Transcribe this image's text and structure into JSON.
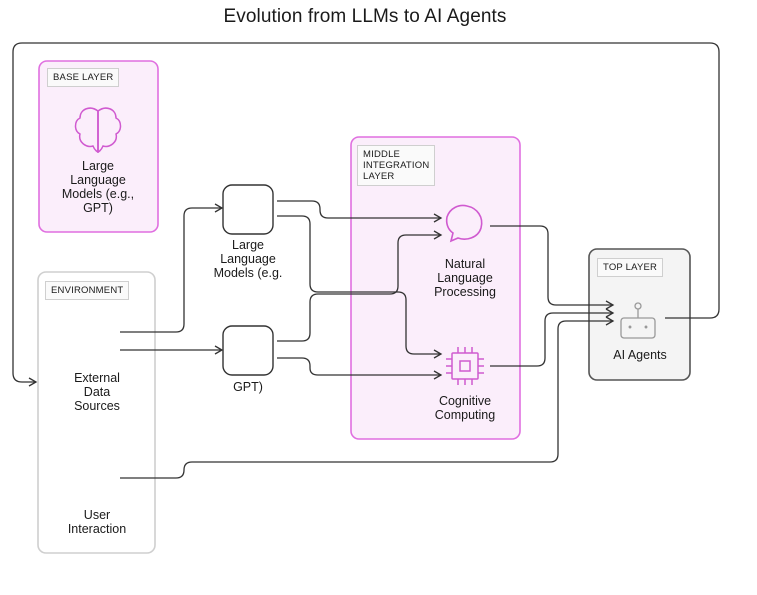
{
  "title": "Evolution from LLMs to AI Agents",
  "groups": {
    "base": {
      "label": "BASE LAYER"
    },
    "environment": {
      "label": "ENVIRONMENT"
    },
    "middle": {
      "label": "MIDDLE\nINTEGRATION\nLAYER"
    },
    "top": {
      "label": "TOP LAYER"
    }
  },
  "nodes": {
    "base_llm": "Large Language Models (e.g., GPT)",
    "external_data": "External Data Sources",
    "user_interaction": "User Interaction",
    "llm_node_label": "Large Language Models (e.g.",
    "gpt_node_label": "GPT)",
    "nlp": "Natural Language Processing",
    "cognitive": "Cognitive Computing",
    "ai_agents": "AI Agents"
  },
  "icons": {
    "base_llm": "brain-icon",
    "nlp": "speech-bubble-icon",
    "cognitive": "chip-icon",
    "ai_agents": "robot-icon"
  },
  "colors": {
    "layer_border": "#e06fe0",
    "layer_fill": "#fbeefb",
    "neutral_border": "#cfcfcf",
    "top_border": "#555555",
    "line": "#333333"
  }
}
